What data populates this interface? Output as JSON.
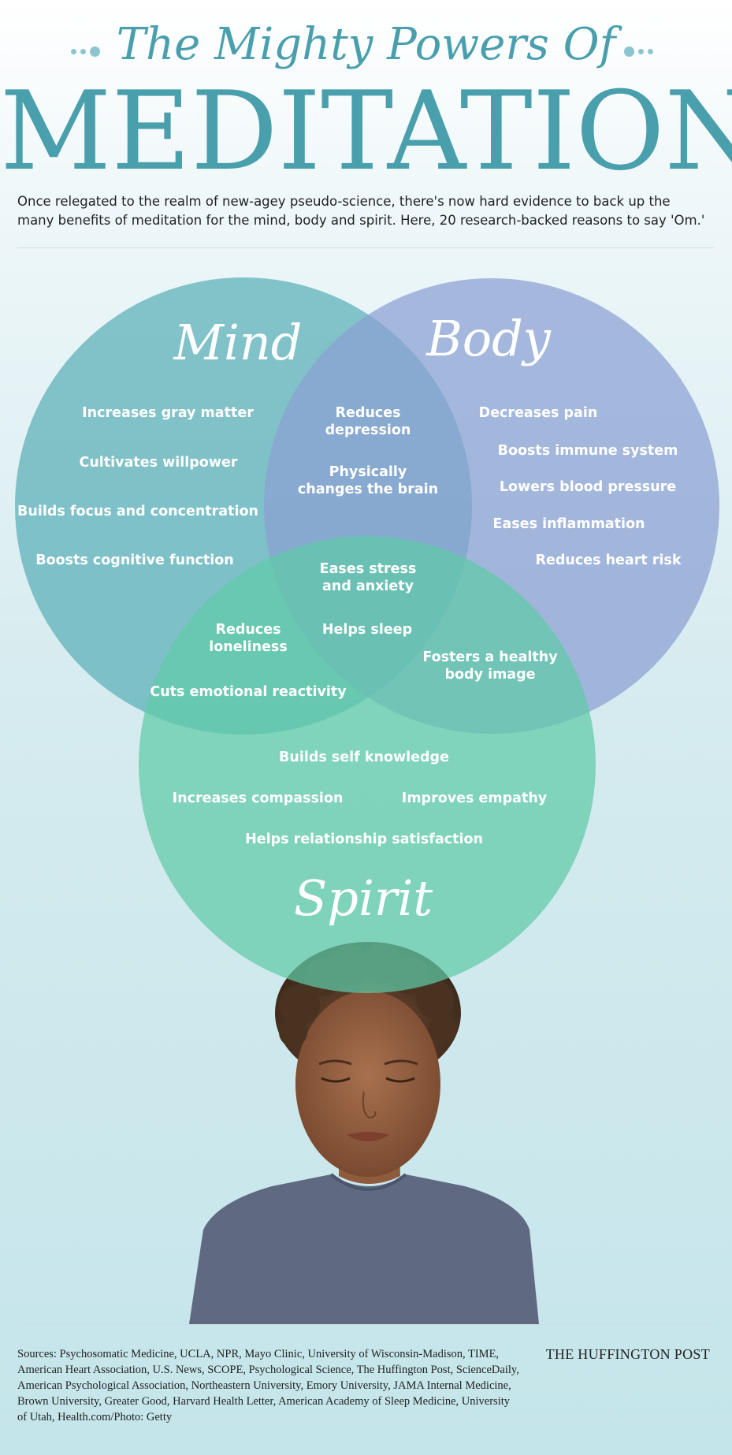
{
  "header": {
    "subtitle": "The Mighty Powers Of",
    "title": "MEDITATION",
    "intro": "Once relegated to the realm of new-agey pseudo-science, there's now hard evidence to back up the many benefits of meditation for the mind, body and spirit. Here, 20 research-backed reasons to say 'Om.'"
  },
  "colors": {
    "accent": "#4a9fad",
    "mind": "#5aaeb7",
    "body": "#8a9fd2",
    "spirit": "#5fcaa8"
  },
  "venn": {
    "mind": {
      "title": "Mind",
      "items": [
        "Increases gray matter",
        "Cultivates willpower",
        "Builds focus and concentration",
        "Boosts cognitive function"
      ]
    },
    "body": {
      "title": "Body",
      "items": [
        "Decreases pain",
        "Boosts immune system",
        "Lowers blood pressure",
        "Eases inflammation",
        "Reduces heart risk"
      ]
    },
    "spirit": {
      "title": "Spirit",
      "items": [
        "Builds self knowledge",
        "Increases compassion",
        "Improves empathy",
        "Helps relationship satisfaction"
      ]
    },
    "mind_body": [
      "Reduces\ndepression",
      "Physically\nchanges the brain"
    ],
    "mind_spirit": [
      "Reduces\nloneliness",
      "Cuts emotional reactivity"
    ],
    "body_spirit": [
      "Fosters a healthy\nbody image"
    ],
    "all_three": [
      "Eases stress\nand anxiety",
      "Helps sleep"
    ]
  },
  "footer": {
    "sources": "Sources: Psychosomatic Medicine, UCLA, NPR, Mayo Clinic, University of Wisconsin-Madison, TIME, American Heart Association, U.S. News, SCOPE, Psychological Science, The Huffington Post, ScienceDaily, American Psychological Association, Northeastern University, Emory University, JAMA Internal Medicine, Brown University, Greater Good, Harvard Health Letter, American Academy of Sleep Medicine, University of Utah, Health.com/Photo: Getty",
    "brand": "THE HUFFINGTON POST"
  }
}
